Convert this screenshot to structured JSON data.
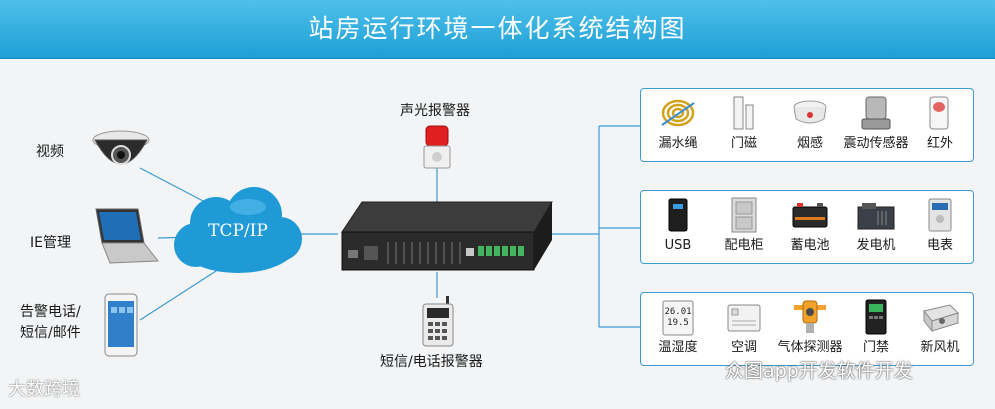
{
  "title": "站房运行环境一体化系统结构图",
  "cloud_label": "TCP/IP",
  "left_devices": [
    {
      "label": "视频",
      "icon": "dome-camera-icon"
    },
    {
      "label": "IE管理",
      "icon": "laptop-icon"
    },
    {
      "label_line1": "告警电话/",
      "label_line2": "短信/邮件",
      "icon": "smartphone-icon"
    }
  ],
  "top_device": {
    "label": "声光报警器",
    "icon": "siren-icon"
  },
  "bottom_device": {
    "label": "短信/电话报警器",
    "icon": "gsm-alarm-phone-icon"
  },
  "panels": [
    {
      "items": [
        "漏水绳",
        "门磁",
        "烟感",
        "震动传感器",
        "红外"
      ]
    },
    {
      "items": [
        "USB",
        "配电柜",
        "蓄电池",
        "发电机",
        "电表"
      ]
    },
    {
      "items": [
        "温湿度",
        "空调",
        "气体探测器",
        "门禁",
        "新风机"
      ]
    }
  ],
  "temp_display": {
    "line1": "26.01",
    "line2": "19.5"
  },
  "watermark_left": "大数跨境",
  "watermark_right": "众图app开发软件开发",
  "colors": {
    "banner": "#29aee0",
    "line": "#3d9bd0",
    "panel_border": "#3d9bd0",
    "cloud": "#1f9ad6"
  }
}
